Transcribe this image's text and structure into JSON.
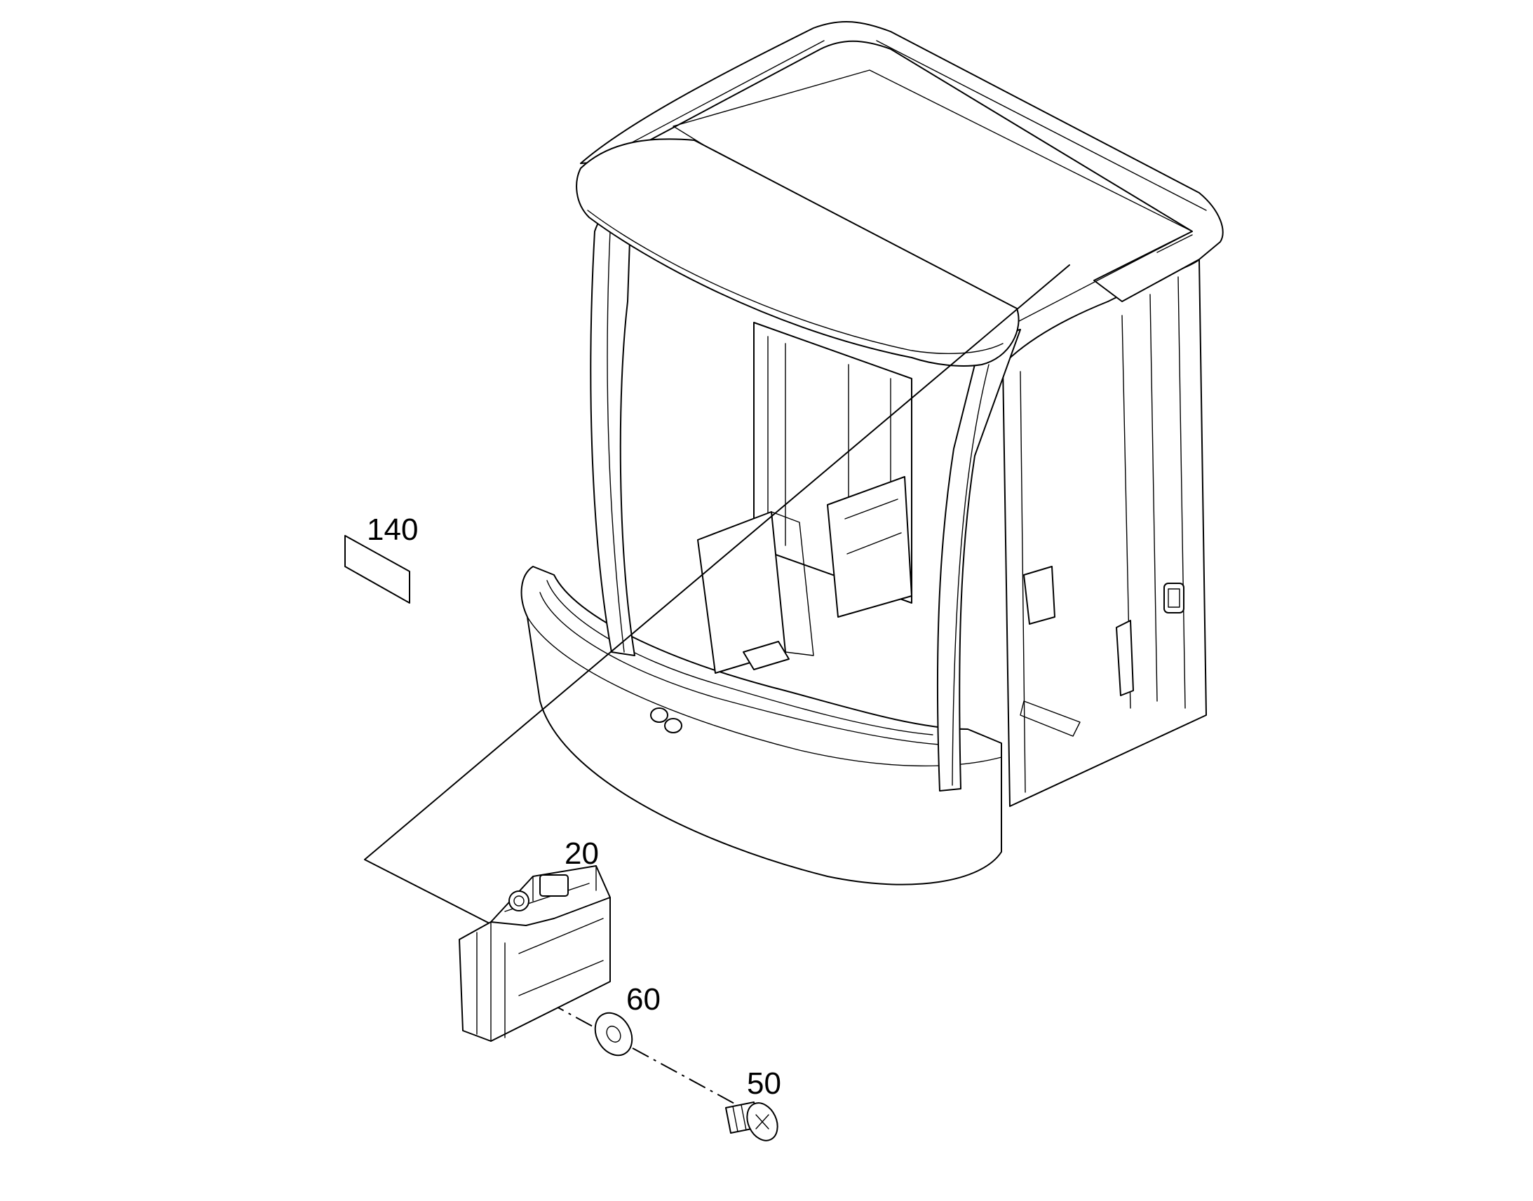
{
  "callouts": {
    "label": {
      "text": "140"
    },
    "control_unit": {
      "text": "20"
    },
    "washer": {
      "text": "60"
    },
    "screw": {
      "text": "50"
    }
  },
  "colors": {
    "line": "#000000",
    "background": "#ffffff"
  }
}
